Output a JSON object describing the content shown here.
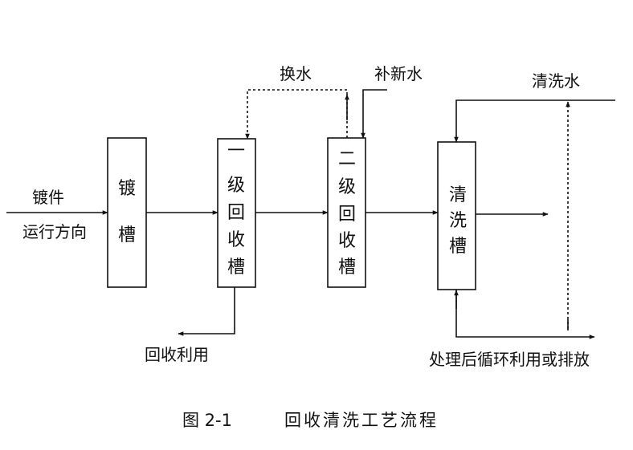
{
  "tanks": {
    "plating": "镀槽",
    "recovery1": "一级回收槽",
    "recovery2": "二级回收槽",
    "rinse": "清洗槽"
  },
  "labels": {
    "workpiece": "镀件",
    "direction": "运行方向",
    "water_change": "换水",
    "fresh_water": "补新水",
    "rinse_water": "清洗水",
    "recovery_use": "回收利用",
    "discharge": "处理后循环利用或排放"
  },
  "caption": {
    "figure_no": "图 2-1",
    "title": "回收清洗工艺流程"
  }
}
